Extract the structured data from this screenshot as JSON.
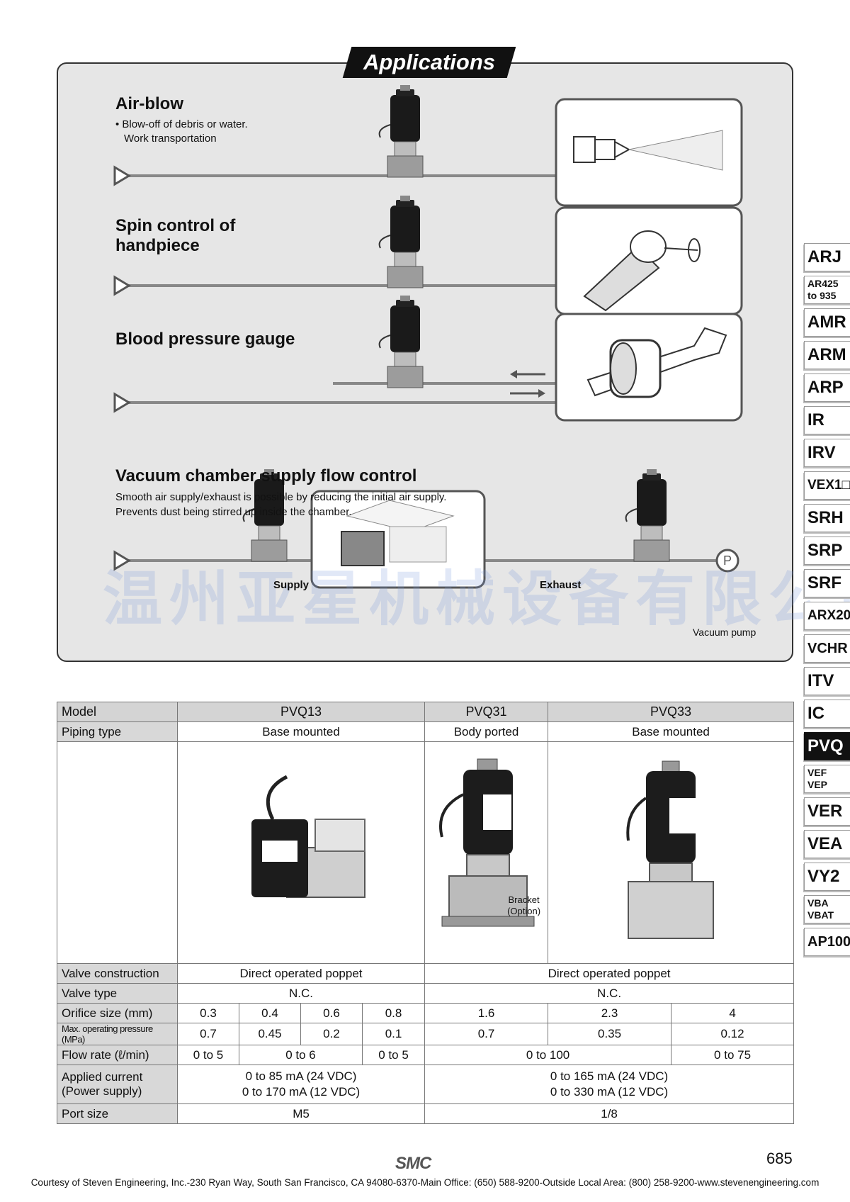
{
  "applications": {
    "title": "Applications",
    "airblow": {
      "title": "Air-blow",
      "lines": [
        "• Blow-off of debris or water.",
        "Work transportation"
      ]
    },
    "spin": {
      "title_line1": "Spin control of",
      "title_line2": "handpiece"
    },
    "blood": {
      "title": "Blood pressure gauge"
    },
    "vacuum": {
      "title": "Vacuum chamber supply flow control",
      "lines": [
        "Smooth air supply/exhaust is possible by reducing the initial air supply.",
        "Prevents dust being stirred up inside the chamber."
      ],
      "supply_label": "Supply",
      "exhaust_label": "Exhaust",
      "pump_symbol": "P",
      "pump_label": "Vacuum pump"
    },
    "watermark": "温州亚星机械设备有限公司"
  },
  "side_tabs": [
    "ARJ",
    "AR425 to 935",
    "AMR",
    "ARM",
    "ARP",
    "IR",
    "IRV",
    "VEX1□",
    "SRH",
    "SRP",
    "SRF",
    "ARX20",
    "VCHR",
    "ITV",
    "IC",
    "PVQ",
    "VEF VEP",
    "VER",
    "VEA",
    "VY2",
    "VBA VBAT",
    "AP100"
  ],
  "side_tab_parts": {
    "ar425": [
      "AR425",
      "to 935"
    ],
    "vef": [
      "VEF",
      "VEP"
    ],
    "vba": [
      "VBA",
      "VBAT"
    ]
  },
  "active_tab": "PVQ",
  "spec": {
    "labels": {
      "model": "Model",
      "piping": "Piping type",
      "construction": "Valve construction",
      "valve_type": "Valve type",
      "orifice": "Orifice size (mm)",
      "pressure": "Max. operating pressure (MPa)",
      "flow": "Flow rate (ℓ/min)",
      "current_line1": "Applied current",
      "current_line2": "(Power supply)",
      "port": "Port size"
    },
    "models": [
      "PVQ13",
      "PVQ31",
      "PVQ33"
    ],
    "piping": [
      "Base mounted",
      "Body ported",
      "Base mounted"
    ],
    "bracket_label": [
      "Bracket",
      "(Option)"
    ],
    "construction": [
      "Direct operated poppet",
      "Direct operated poppet"
    ],
    "valve_type": [
      "N.C.",
      "N.C."
    ],
    "orifice": [
      "0.3",
      "0.4",
      "0.6",
      "0.8",
      "1.6",
      "2.3",
      "4"
    ],
    "pressure": [
      "0.7",
      "0.45",
      "0.2",
      "0.1",
      "0.7",
      "0.35",
      "0.12"
    ],
    "flow": [
      "0 to 5",
      "0 to 6",
      "0 to 5",
      "0 to 100",
      "0 to 75"
    ],
    "current_pvq13": [
      "0 to 85 mA (24 VDC)",
      "0 to 170 mA (12 VDC)"
    ],
    "current_pvq3x": [
      "0 to 165 mA (24 VDC)",
      "0 to 330 mA (12 VDC)"
    ],
    "port": [
      "M5",
      "1/8"
    ]
  },
  "footer": {
    "logo": "SMC",
    "page_number": "685",
    "courtesy": "Courtesy of Steven Engineering, Inc.-230 Ryan Way, South San Francisco, CA 94080-6370-Main Office: (650) 588-9200-Outside Local Area: (800) 258-9200-www.stevenengineering.com"
  }
}
